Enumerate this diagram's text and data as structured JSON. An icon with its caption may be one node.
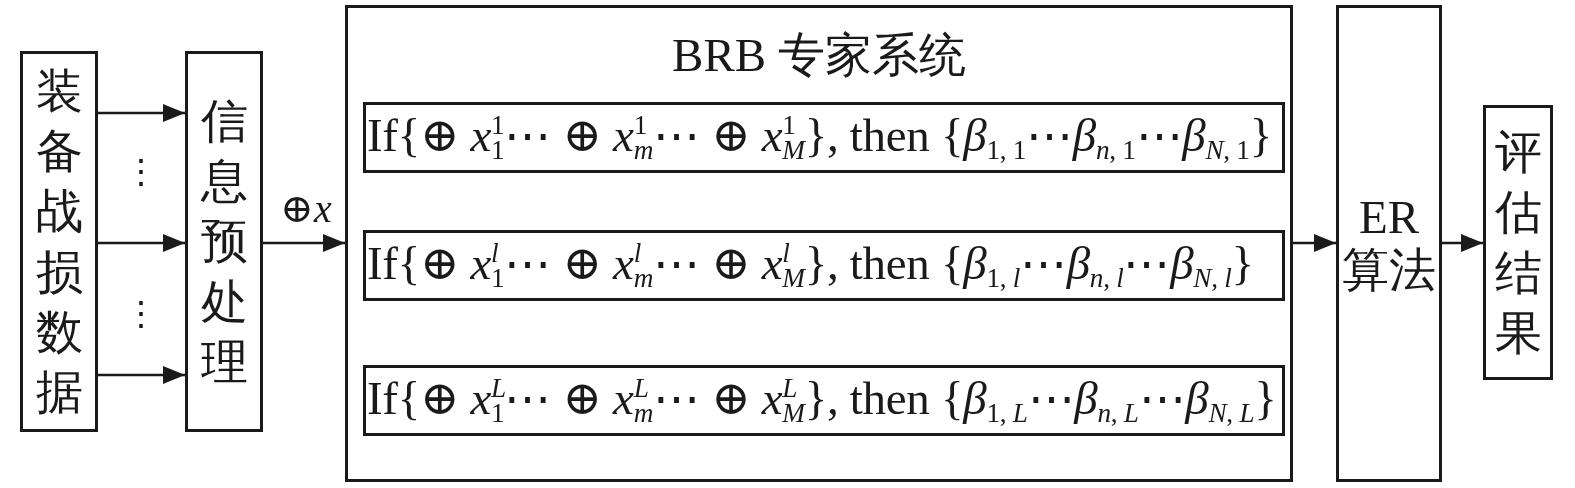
{
  "diagram": {
    "nodes": [
      {
        "text": [
          "装备战损数据"
        ]
      },
      {
        "text": [
          "信息预处理"
        ]
      },
      {
        "text": [
          "BRB 专家系统"
        ]
      },
      {
        "text": [
          "If{⊕ *x*$^{1}$$_{1}$⋯ ⊕ *x*$^{1}$$_{m}$⋯ ⊕ *x*$^{1}$$_{M}$}, then {*β*$_{1, 1}$⋯*β*$_{n, 1}$⋯*β*$_{N, 1}$}"
        ],
        "in": 2
      },
      {
        "text": [
          "If{⊕ *x*$^{l}$$_{1}$⋯ ⊕ *x*$^{l}$$_{m}$⋯ ⊕ *x*$^{l}$$_{M}$}, then {*β*$_{1, l}$⋯*β*$_{n, l}$⋯*β*$_{N, l}$}"
        ],
        "in": 2
      },
      {
        "text": [
          "If{⊕ *x*$^{L}$$_{1}$⋯ ⊕ *x*$^{L}$$_{m}$⋯ ⊕ *x*$^{L}$$_{M}$}, then {*β*$_{1, L}$⋯*β*$_{n, L}$⋯*β*$_{N, L}$}"
        ],
        "in": 2
      },
      {
        "text": [
          "ER 算法"
        ]
      },
      {
        "text": [
          "评估结果"
        ]
      }
    ],
    "edges": [
      {
        "from": 0,
        "to": 1,
        "arrow": "to"
      },
      {
        "from": 0,
        "to": 1,
        "arrow": "to"
      },
      {
        "from": 0,
        "to": 1,
        "arrow": "to"
      },
      {
        "from": 1,
        "to": 2,
        "arrow": "to",
        "label": "⊕*x*"
      },
      {
        "from": 2,
        "to": 6,
        "arrow": "to"
      },
      {
        "from": 6,
        "to": 7,
        "arrow": "to"
      }
    ],
    "labels": [
      "⋮",
      "⋮"
    ]
  }
}
